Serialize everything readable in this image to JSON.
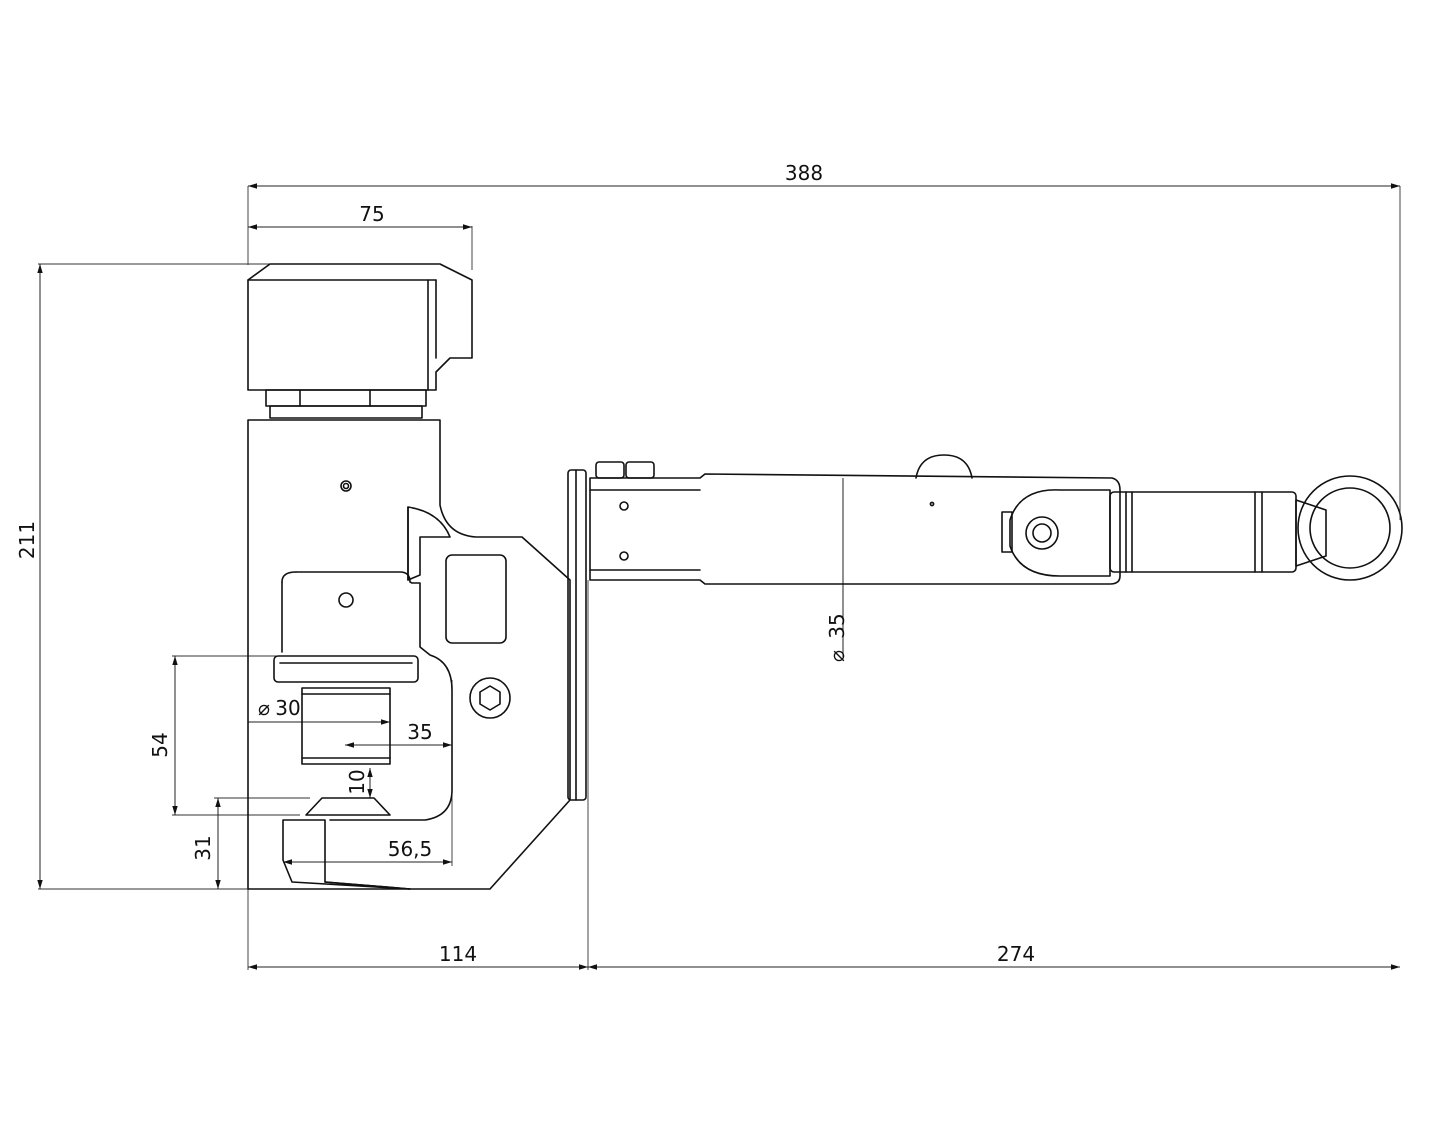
{
  "dimensions": {
    "overall_length": "388",
    "head_width": "75",
    "overall_height": "211",
    "left_section": "114",
    "right_section": "274",
    "handle_diameter": "35",
    "jaw_diameter": "30",
    "jaw_depth": "35",
    "jaw_opening": "54",
    "jaw_gap": "10",
    "base_height": "31",
    "base_length": "56,5"
  },
  "symbols": {
    "diameter": "⌀"
  },
  "colors": {
    "line": "#111111",
    "background": "#ffffff"
  }
}
